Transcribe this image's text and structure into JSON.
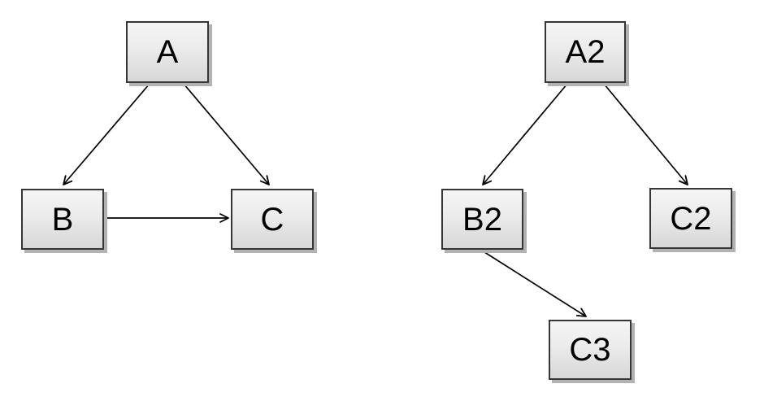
{
  "diagram": {
    "type": "directed-graph",
    "background_color": "#ffffff",
    "node_style": {
      "fill_top": "#f5f5f5",
      "fill_bottom": "#d7d7d7",
      "border_color": "#363636",
      "shadow_color": "#b2b2b2",
      "text_color": "#000000"
    },
    "edge_style": {
      "color": "#000000",
      "arrowhead": "open-v"
    }
  },
  "nodes": {
    "A": {
      "label": "A"
    },
    "B": {
      "label": "B"
    },
    "C": {
      "label": "C"
    },
    "A2": {
      "label": "A2"
    },
    "B2": {
      "label": "B2"
    },
    "C2": {
      "label": "C2"
    },
    "C3": {
      "label": "C3"
    }
  },
  "edges": [
    {
      "from": "A",
      "to": "B"
    },
    {
      "from": "A",
      "to": "C"
    },
    {
      "from": "B",
      "to": "C"
    },
    {
      "from": "A2",
      "to": "B2"
    },
    {
      "from": "A2",
      "to": "C2"
    },
    {
      "from": "B2",
      "to": "C3"
    }
  ]
}
